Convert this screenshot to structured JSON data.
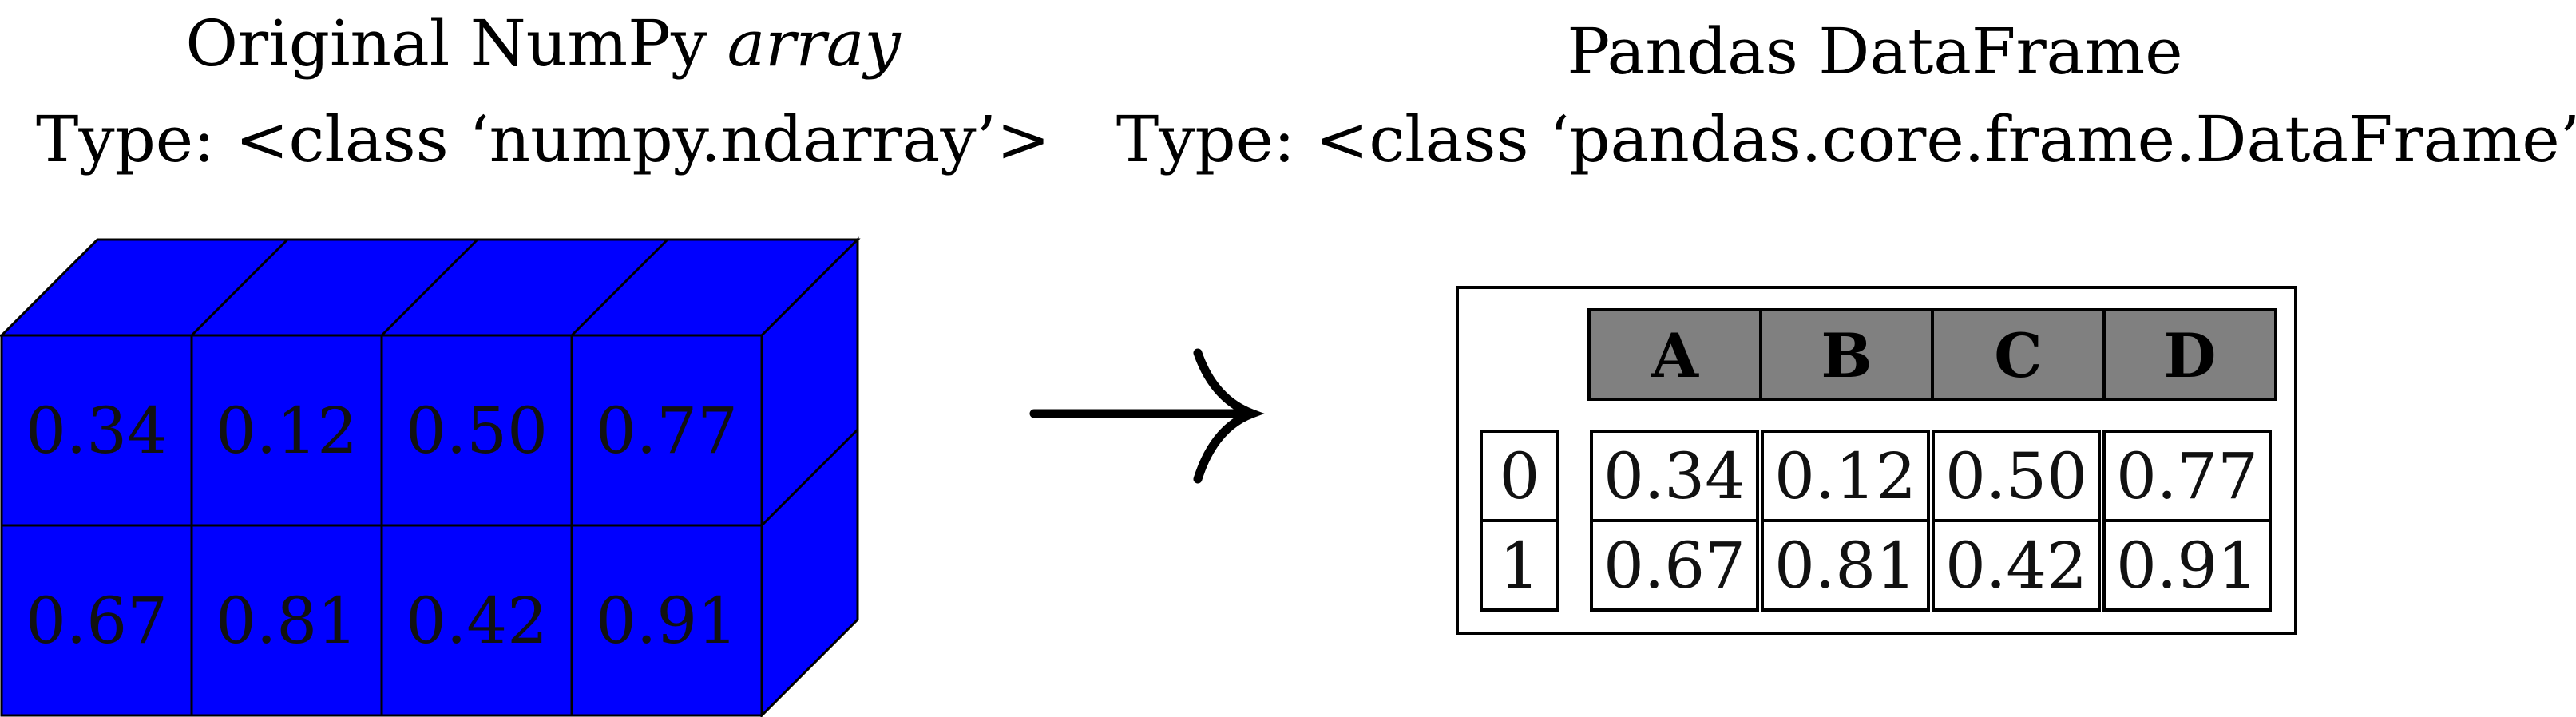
{
  "left_panel": {
    "title_prefix": "Original NumPy ",
    "title_italic": "array",
    "type_text": "Type: <class ‘numpy.ndarray’>",
    "grid": [
      [
        "0.34",
        "0.12",
        "0.50",
        "0.77"
      ],
      [
        "0.67",
        "0.81",
        "0.42",
        "0.91"
      ]
    ],
    "cube_color": "#0000ff"
  },
  "right_panel": {
    "title": "Pandas DataFrame",
    "type_text": "Type: <class ‘pandas.core.frame.DataFrame’>",
    "columns": [
      "A",
      "B",
      "C",
      "D"
    ],
    "index": [
      "0",
      "1"
    ],
    "rows": [
      [
        "0.34",
        "0.12",
        "0.50",
        "0.77"
      ],
      [
        "0.67",
        "0.81",
        "0.42",
        "0.91"
      ]
    ],
    "header_color": "#808080"
  },
  "arrow": {
    "icon": "right-arrow-icon"
  }
}
